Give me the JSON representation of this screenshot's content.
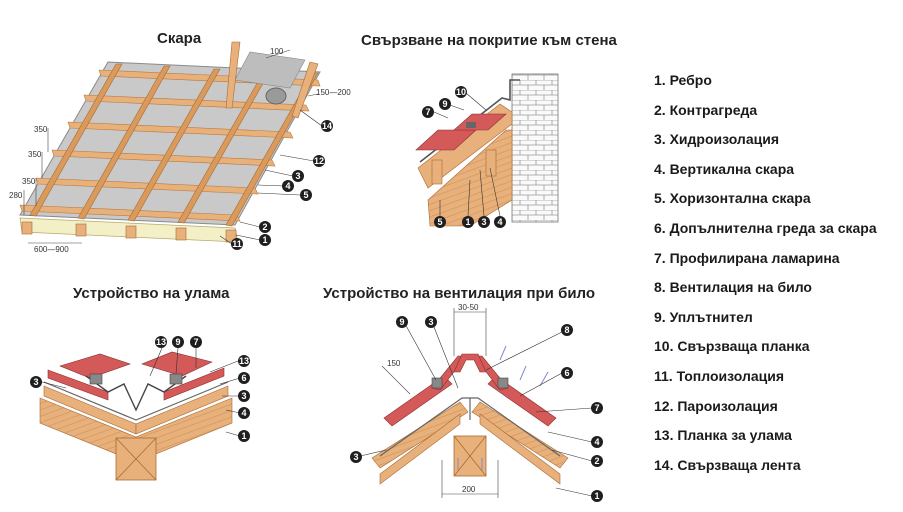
{
  "titles": {
    "batten": "Скара",
    "wall": "Свързване на покритие към стена",
    "valley": "Устройство на улама",
    "ridge": "Устройство на вентилация при било"
  },
  "legend": [
    "1. Ребро",
    "2. Контрагреда",
    "3. Хидроизолация",
    "4. Вертикална скара",
    "5. Хоризонтална скара",
    "6. Допълнителна греда за скара",
    "7. Профилирана ламарина",
    "8. Вентилация на било",
    "9. Уплътнител",
    "10. Свързваща планка",
    "11. Топлоизолация",
    "12. Пароизолация",
    "13. Планка за улама",
    "14. Свързваща лента"
  ],
  "dimensions": {
    "batten_100": "100",
    "batten_150_200": "150—200",
    "batten_350a": "350",
    "batten_350b": "350",
    "batten_350c": "350",
    "batten_280": "280",
    "batten_600_900": "600—900",
    "ridge_30_50": "30-50",
    "ridge_150": "150",
    "ridge_200": "200"
  },
  "colors": {
    "wood": "#e8b07a",
    "wood_dark": "#c9824a",
    "sheet": "#d45a5a",
    "membrane": "#c8c8c8",
    "insulation": "#f3efc6",
    "callout": "#1f1f1f"
  }
}
